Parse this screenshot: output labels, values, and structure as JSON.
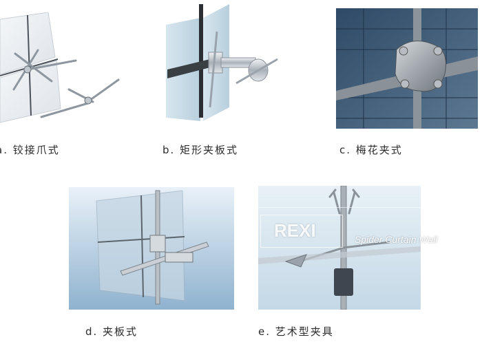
{
  "figure": {
    "items": [
      {
        "caption": "a. 铰接爪式"
      },
      {
        "caption": "b. 矩形夹板式"
      },
      {
        "caption": "c. 梅花夹式"
      },
      {
        "caption": "d. 夹板式"
      },
      {
        "caption": "e. 艺术型夹具"
      }
    ]
  },
  "watermark": {
    "brand": "REXI",
    "subtitle": "Spider Curtain Wall"
  },
  "colors": {
    "glass": "#dfe7ee",
    "steel": "#9aa3ab",
    "dark_glass": "#3a5068",
    "caption": "#2b2b2b"
  }
}
